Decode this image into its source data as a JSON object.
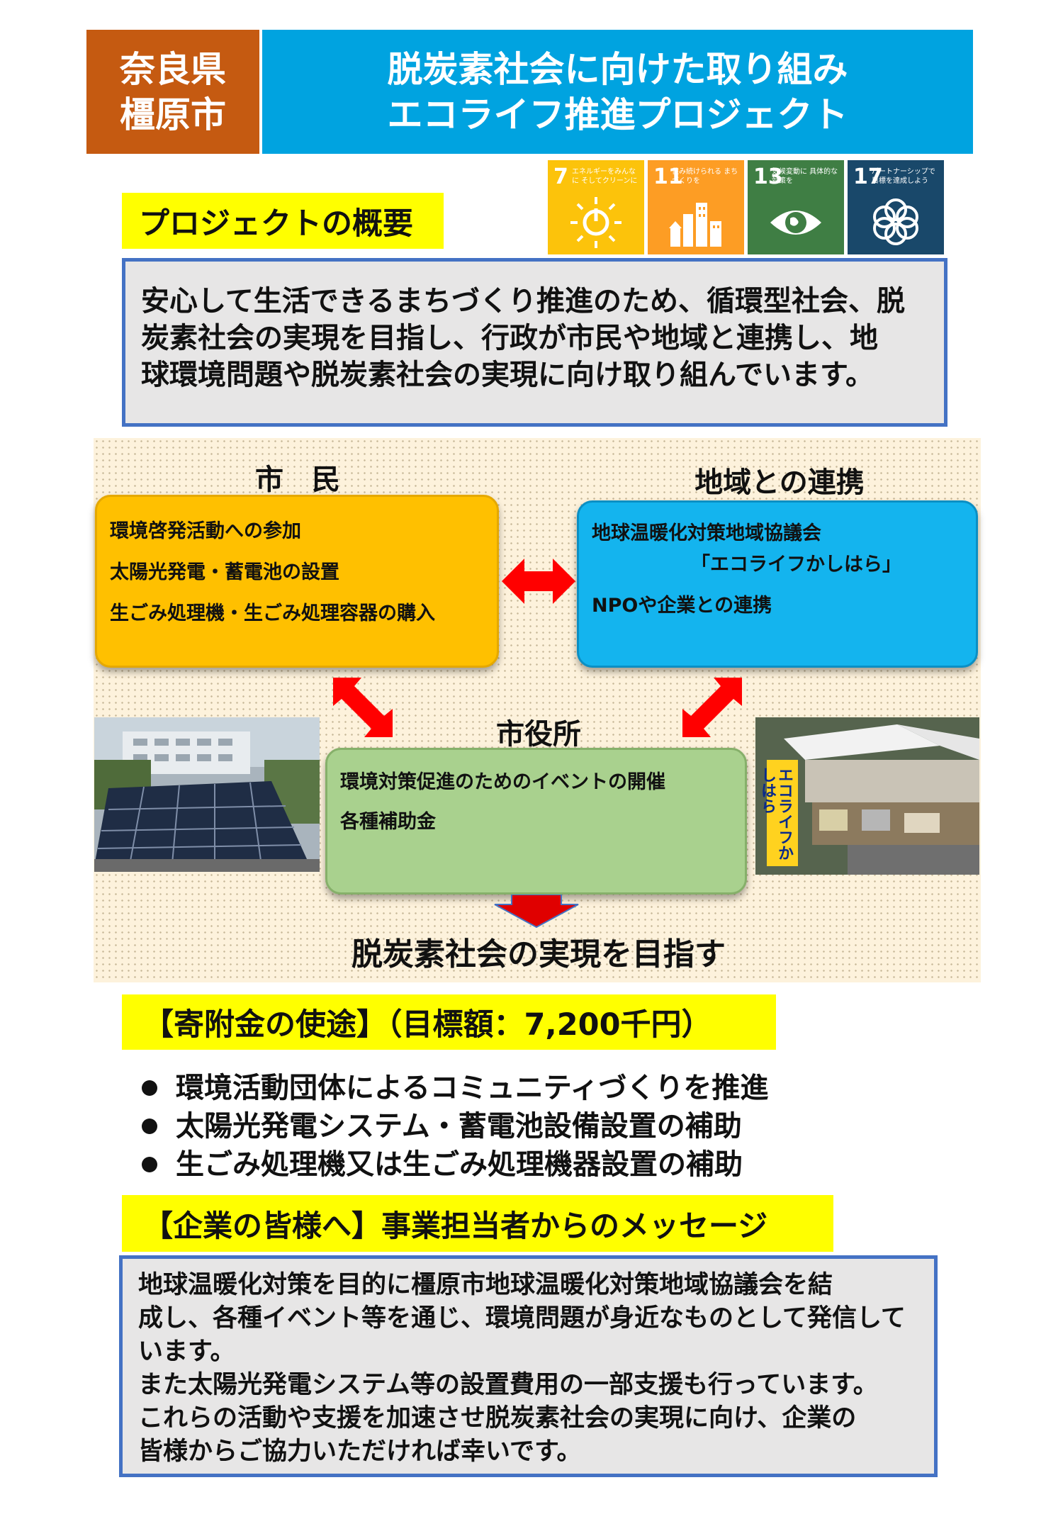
{
  "header": {
    "org_line1": "奈良県",
    "org_line2": "橿原市",
    "title_line1": "脱炭素社会に向けた取り組み",
    "title_line2": "エコライフ推進プロジェクト"
  },
  "sdgs": [
    {
      "number": "7",
      "label": "エネルギーをみんなに そしてクリーンに",
      "color": "#fcc30b",
      "icon": "sun-power-icon"
    },
    {
      "number": "11",
      "label": "住み続けられる まちづくりを",
      "color": "#fd9d24",
      "icon": "city-buildings-icon"
    },
    {
      "number": "13",
      "label": "気候変動に 具体的な対策を",
      "color": "#3f7e44",
      "icon": "eye-globe-icon"
    },
    {
      "number": "17",
      "label": "パートナーシップで 目標を達成しよう",
      "color": "#19486a",
      "icon": "flower-rings-icon"
    }
  ],
  "overview": {
    "heading": "プロジェクトの概要",
    "lines": [
      "安心して生活できるまちづくり推進のため、循環型社会、脱",
      "炭素社会の実現を目指し、行政が市民や地域と連携し、地",
      "球環境問題や脱炭素社会の実現に向け取り組んでいます。"
    ]
  },
  "diagram": {
    "citizen_label": "市　民",
    "citizen_items": [
      "環境啓発活動への参加",
      "太陽光発電・蓄電池の設置",
      "生ごみ処理機・生ごみ処理容器の購入"
    ],
    "region_label": "地域との連携",
    "region_items": [
      "地球温暖化対策地域協議会",
      "「エコライフかしはら」",
      "NPOや企業との連携"
    ],
    "city_label": "市役所",
    "city_items": [
      "環境対策促進のためのイベントの開催",
      "各種補助金"
    ],
    "goal": "脱炭素社会の実現を目指す",
    "banner_text": "エコライフかしはら",
    "arrow_color": "#ff0000"
  },
  "donation": {
    "heading": "【寄附金の使途】（目標額：7,200千円）",
    "items": [
      "環境活動団体によるコミュニティづくりを推進",
      "太陽光発電システム・蓄電池設備設置の補助",
      "生ごみ処理機又は生ごみ処理機器設置の補助"
    ]
  },
  "message": {
    "heading": "【企業の皆様へ】事業担当者からのメッセージ",
    "lines": [
      "地球温暖化対策を目的に橿原市地球温暖化対策地域協議会を結",
      "成し、各種イベント等を通じ、環境問題が身近なものとして発信して",
      "います。",
      "また太陽光発電システム等の設置費用の一部支援も行っています。",
      "これらの活動や支援を加速させ脱炭素社会の実現に向け、企業の",
      "皆様からご協力いただければ幸いです。"
    ]
  }
}
